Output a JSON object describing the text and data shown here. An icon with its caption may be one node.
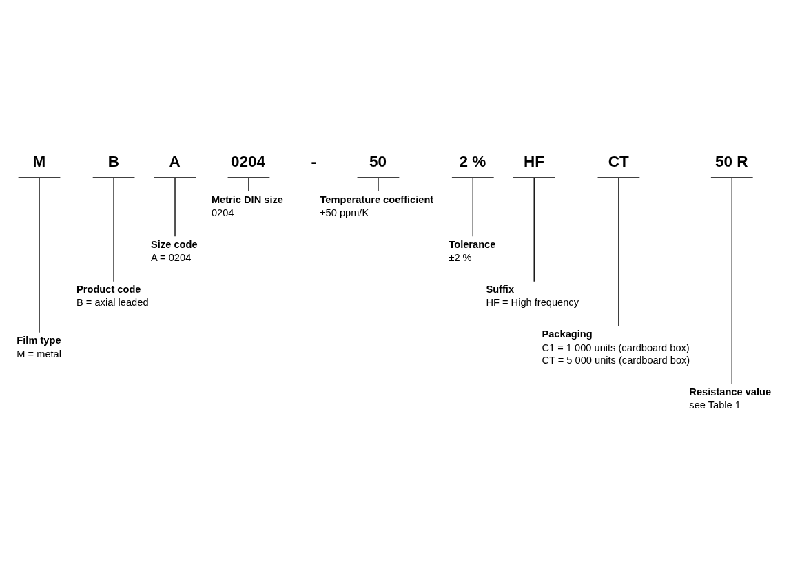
{
  "diagram": {
    "nodes": [
      {
        "text": [
          "M"
        ]
      },
      {
        "text": [
          "B"
        ]
      },
      {
        "text": [
          "A"
        ]
      },
      {
        "text": [
          "0204"
        ]
      },
      {
        "text": [
          "50"
        ]
      },
      {
        "text": [
          "2 %"
        ]
      },
      {
        "text": [
          "HF"
        ]
      },
      {
        "text": [
          "CT"
        ]
      },
      {
        "text": [
          "50 R"
        ]
      },
      {
        "text": [
          "Film type",
          "M = metal"
        ]
      },
      {
        "text": [
          "Product code",
          "B = axial leaded"
        ]
      },
      {
        "text": [
          "Size code",
          "A = 0204"
        ]
      },
      {
        "text": [
          "Metric DIN size",
          "0204"
        ]
      },
      {
        "text": [
          "Resistance value",
          "see Table 1"
        ]
      },
      {
        "text": [
          "Packaging",
          "C1 = 1 000 units (cardboard box)",
          "CT = 5 000 units (cardboard box)"
        ]
      },
      {
        "text": [
          "Suffix",
          "HF = High frequency"
        ]
      },
      {
        "text": [
          "Tolerance",
          "±2 %"
        ]
      },
      {
        "text": [
          "Temperature coefficient",
          "±50 ppm/K"
        ]
      }
    ],
    "edges": [
      {
        "from": 9,
        "to": 0,
        "arrow": "none"
      },
      {
        "from": 10,
        "to": 1,
        "arrow": "none"
      },
      {
        "from": 11,
        "to": 2,
        "arrow": "none"
      },
      {
        "from": 12,
        "to": 3,
        "arrow": "none"
      },
      {
        "from": 17,
        "to": 4,
        "arrow": "none"
      },
      {
        "from": 16,
        "to": 5,
        "arrow": "none"
      },
      {
        "from": 15,
        "to": 6,
        "arrow": "none"
      },
      {
        "from": 14,
        "to": 7,
        "arrow": "none"
      },
      {
        "from": 13,
        "to": 8,
        "arrow": "none"
      }
    ],
    "labels": [
      "-"
    ]
  }
}
